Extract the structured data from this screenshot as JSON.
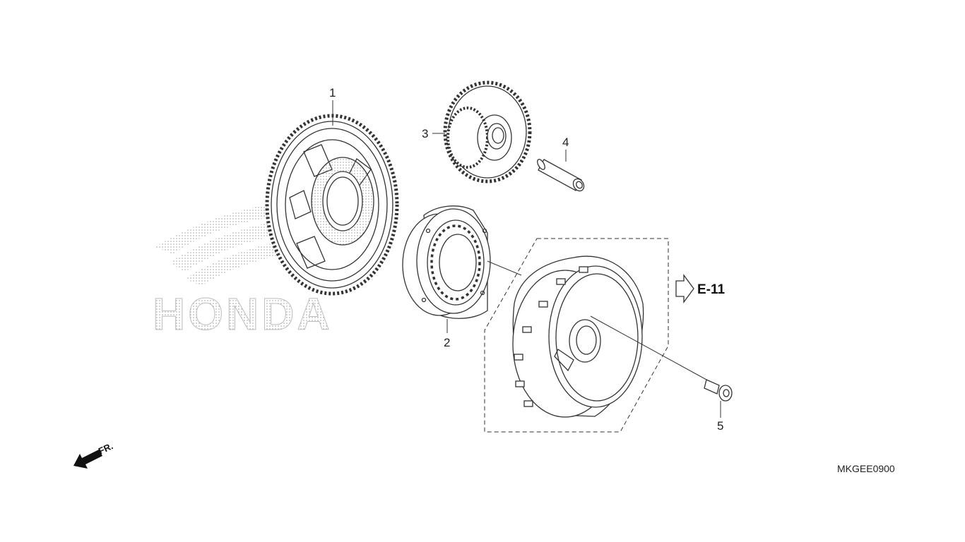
{
  "watermark": {
    "brand": "HONDA"
  },
  "callouts": [
    {
      "id": "1",
      "label": "1"
    },
    {
      "id": "2",
      "label": "2"
    },
    {
      "id": "3",
      "label": "3"
    },
    {
      "id": "4",
      "label": "4"
    },
    {
      "id": "5",
      "label": "5"
    }
  ],
  "reference": {
    "label": "E-11"
  },
  "direction": {
    "label": "FR."
  },
  "diagram_code": "MKGEE0900"
}
